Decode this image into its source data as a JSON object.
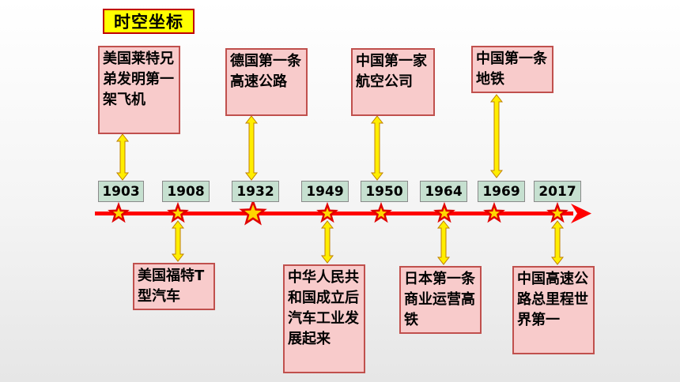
{
  "title": "时空坐标",
  "years": [
    "1903",
    "1908",
    "1932",
    "1949",
    "1950",
    "1964",
    "1969",
    "2017"
  ],
  "events_above": [
    {
      "year": "1903",
      "text": "美国莱特兄弟发明第一架飞机"
    },
    {
      "year": "1932",
      "text": "德国第一条高速公路"
    },
    {
      "year": "1950",
      "text": "中国第一家航空公司"
    },
    {
      "year": "1969",
      "text": "中国第一条地铁"
    }
  ],
  "events_below": [
    {
      "year": "1908",
      "text": "美国福特T型汽车"
    },
    {
      "year": "1949",
      "text": "中华人民共和国成立后汽车工业发展起来"
    },
    {
      "year": "1964",
      "text": "日本第一条商业运营高铁"
    },
    {
      "year": "2017",
      "text": "中国高速公路总里程世界第一"
    }
  ],
  "colors": {
    "timeline": "#ff0000",
    "star_fill": "#ffd700",
    "star_stroke": "#e00000",
    "connector": "#ffee00",
    "connector_stroke": "#c08000",
    "box_fill": "#f8cbcb",
    "box_border": "#c0504d",
    "year_fill": "#c6e0d0",
    "title_fill": "#ffff00",
    "title_border": "#c00000"
  }
}
